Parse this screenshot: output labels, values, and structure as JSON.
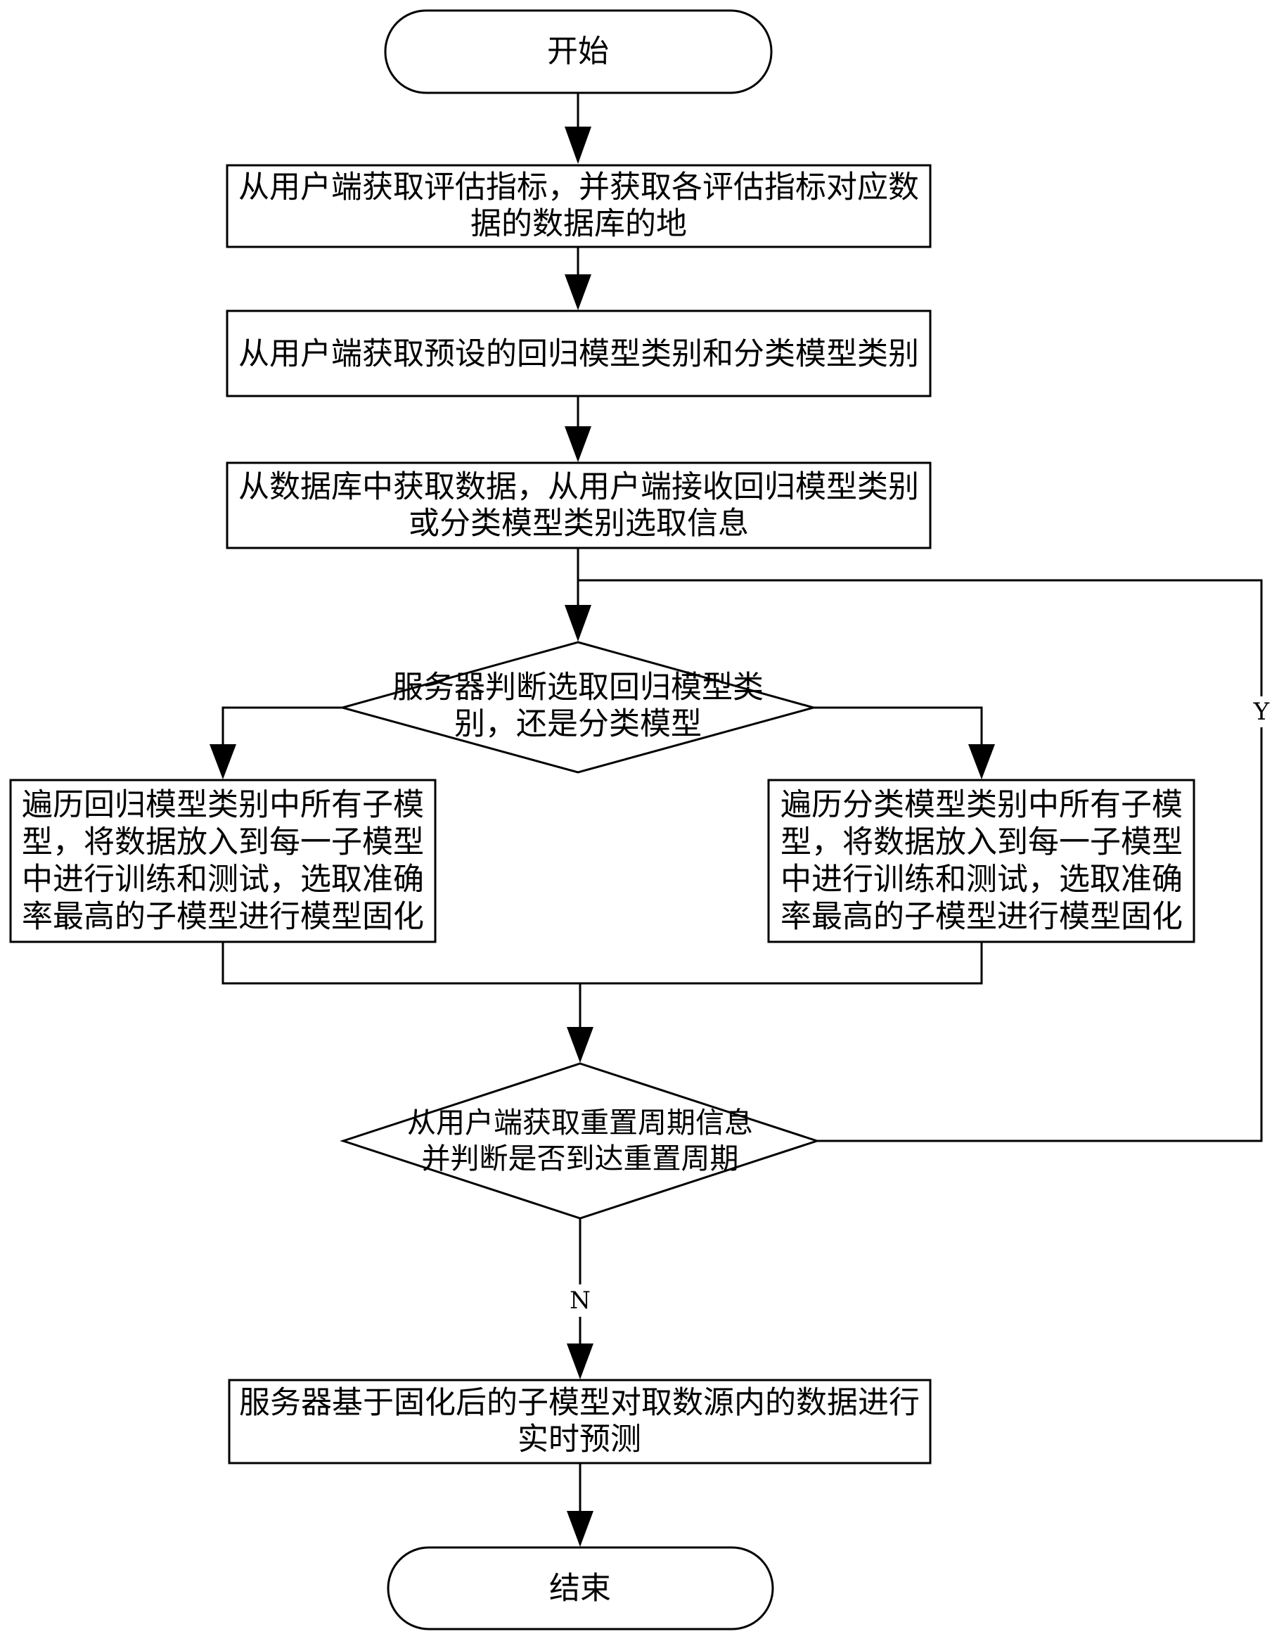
{
  "nodes": {
    "start": "开始",
    "step1": [
      "从用户端获取评估指标，并获取各评估指标对应数",
      "据的数据库的地"
    ],
    "step2": "从用户端获取预设的回归模型类别和分类模型类别",
    "step3": [
      "从数据库中获取数据，从用户端接收回归模型类别",
      "或分类模型类别选取信息"
    ],
    "decision1": [
      "服务器判断选取回归模型类",
      "别，还是分类模型"
    ],
    "left_box": [
      "遍历回归模型类别中所有子模",
      "型，将数据放入到每一子模型",
      "中进行训练和测试，选取准确",
      "率最高的子模型进行模型固化"
    ],
    "right_box": [
      "遍历分类模型类别中所有子模",
      "型，将数据放入到每一子模型",
      "中进行训练和测试，选取准确",
      "率最高的子模型进行模型固化"
    ],
    "decision2": [
      "从用户端获取重置周期信息",
      "并判断是否到达重置周期"
    ],
    "step_final": [
      "服务器基于固化后的子模型对取数源内的数据进行",
      "实时预测"
    ],
    "end": "结束"
  },
  "edge_labels": {
    "yes": "Y",
    "no": "N"
  }
}
